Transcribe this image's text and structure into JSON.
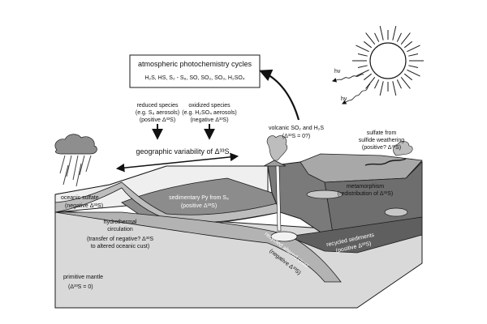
{
  "box": {
    "title": "atmospheric photochemistry cycles",
    "species": "H₂S, HS, S₂ - S₈, SO, SO₂, SO₃, H₂SO₄"
  },
  "reduced": {
    "line1": "reduced species",
    "line2": "(e.g. S₈ aerosols)",
    "line3": "(positive Δ³³S)"
  },
  "oxidized": {
    "line1": "oxidized species",
    "line2": "(e.g. H₂SO₄ aerosols)",
    "line3": "(negative Δ³³S)"
  },
  "geographic": "geographic variability of Δ³³S",
  "sun": {
    "hv1": "hv",
    "hv2": "hv"
  },
  "volcanic": {
    "line1": "volcanic SO₂ and H₂S",
    "line2": "(Δ³³S = 0?)"
  },
  "weathering": {
    "line1": "sulfate from",
    "line2": "sulfide weathering",
    "line3": "(positive? Δ³³S)"
  },
  "oceanic_sulfate": {
    "line1": "oceanic sulfate",
    "line2": "(negative Δ³³S)"
  },
  "sedimentary": {
    "line1": "sedimentary Py from S₈",
    "line2": "(positive Δ³³S)"
  },
  "metamorphism": {
    "line1": "metamorphism",
    "line2": "(redistribution of Δ³³S)"
  },
  "hydrothermal": {
    "line1": "hydrothermal",
    "line2": "circulation",
    "line3": "(transfer of negative? Δ³³S",
    "line4": "to altered oceanic cust)"
  },
  "recycled_sediments": {
    "line1": "recycled sediments",
    "line2": "(positive Δ³³S)"
  },
  "recycled_crust": {
    "line1": "recycled altered crust",
    "line2": "(negative Δ³³S)"
  },
  "mantle": {
    "line1": "primitive mantle",
    "line2": "(Δ³³S = 0)"
  },
  "colors": {
    "ocean": "#e6e6e6",
    "crust_dark": "#7a7a7a",
    "crust_mid": "#a3a3a3",
    "mantle": "#d9d9d9",
    "outline": "#1a1a1a"
  }
}
